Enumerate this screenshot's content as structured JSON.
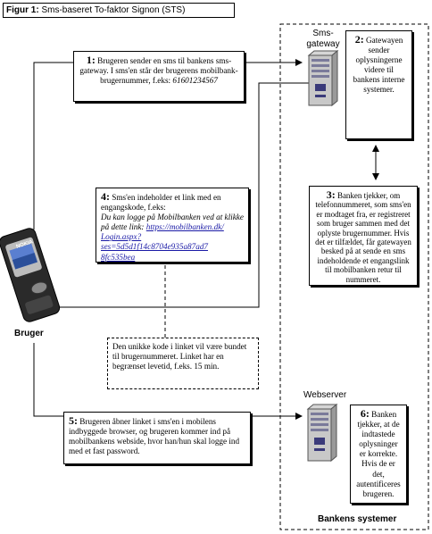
{
  "figure": {
    "title_prefix": "Figur 1:",
    "title_text": " Sms-baseret To-faktor Signon (STS)"
  },
  "labels": {
    "sms_gateway": "Sms-\ngateway",
    "webserver": "Webserver",
    "bruger": "Bruger",
    "bankens_systemer": "Bankens systemer"
  },
  "phone": {
    "brand": "NOKIA"
  },
  "steps": {
    "s1": {
      "num": "1:",
      "text": " Brugeren sender en sms til bankens sms-gateway. I sms'en står der brugerens mobilbank-brugernummer, f.eks: ",
      "example": "61601234567"
    },
    "s2": {
      "num": "2:",
      "text": " Gatewayen sender oplysningerne videre til bankens interne systemer."
    },
    "s3": {
      "num": "3:",
      "text": " Banken tjekker, om telefonnummeret, som sms'en er modtaget fra, er registreret som bruger sammen med det oplyste brugernummer. Hvis det er tilfældet, får gatewayen besked på at sende en sms indeholdende et engangslink til mobilbanken retur til nummeret."
    },
    "s4": {
      "num": "4:",
      "text": " Sms'en indeholder et link med en engangskode, f.eks:",
      "italic": "Du kan logge på Mobilbanken ved at klikke på dette link: ",
      "link": "https://mobilbanken.dk/ Login.aspx?ses=5d5d1f14c8704e935a87ad7 8fc535bea"
    },
    "note": "Den unikke kode i linket vil være bundet til brugernummeret. Linket har en begrænset levetid, f.eks. 15 min.",
    "s5": {
      "num": "5:",
      "text": " Brugeren åbner linket i sms'en i mobilens indbyggede browser, og brugeren kommer ind på mobilbankens webside, hvor han/hun skal logge ind med et fast password."
    },
    "s6": {
      "num": "6:",
      "text": " Banken tjekker, at de indtastede oplysninger er korrekte. Hvis de er det, autentificeres brugeren."
    }
  }
}
